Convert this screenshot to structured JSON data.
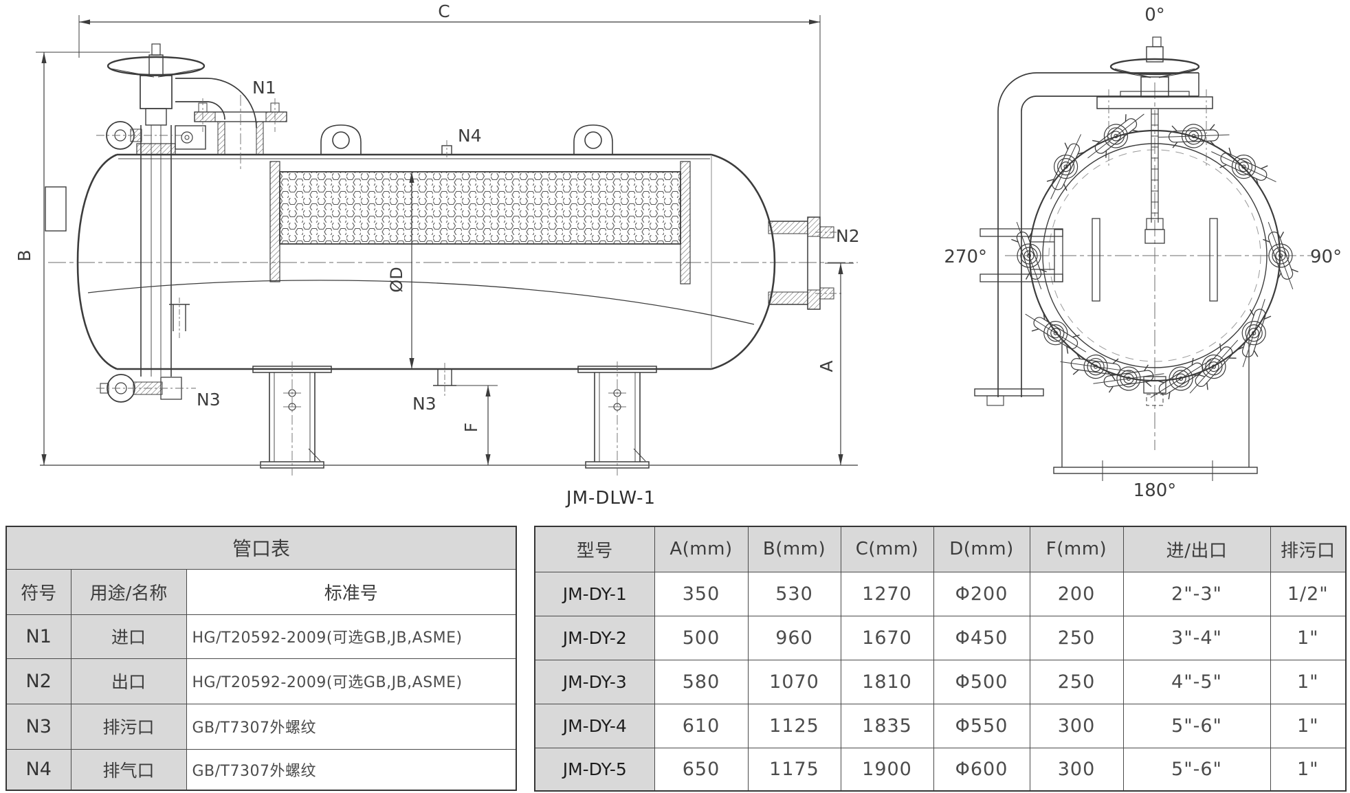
{
  "title": "JM-DLW-1",
  "drawing": {
    "dim_labels": {
      "c": "C",
      "b": "B",
      "a": "A",
      "f": "F",
      "d": "ØD"
    },
    "nozzle_labels": {
      "n1": "N1",
      "n2": "N2",
      "n3": "N3",
      "n4": "N4"
    },
    "angle_labels": {
      "top": "0°",
      "right": "90°",
      "bottom": "180°",
      "left": "270°"
    }
  },
  "nozzle_table": {
    "title": "管口表",
    "headers": [
      "符号",
      "用途/名称",
      "标准号"
    ],
    "rows": [
      [
        "N1",
        "进口",
        "HG/T20592-2009(可选GB,JB,ASME)"
      ],
      [
        "N2",
        "出口",
        "HG/T20592-2009(可选GB,JB,ASME)"
      ],
      [
        "N3",
        "排污口",
        "GB/T7307外螺纹"
      ],
      [
        "N4",
        "排气口",
        "GB/T7307外螺纹"
      ]
    ]
  },
  "spec_table": {
    "headers": [
      "型号",
      "A(mm)",
      "B(mm)",
      "C(mm)",
      "D(mm)",
      "F(mm)",
      "进/出口",
      "排污口"
    ],
    "rows": [
      [
        "JM-DY-1",
        "350",
        "530",
        "1270",
        "Φ200",
        "200",
        "2\"-3\"",
        "1/2\""
      ],
      [
        "JM-DY-2",
        "500",
        "960",
        "1670",
        "Φ450",
        "250",
        "3\"-4\"",
        "1\""
      ],
      [
        "JM-DY-3",
        "580",
        "1070",
        "1810",
        "Φ500",
        "250",
        "4\"-5\"",
        "1\""
      ],
      [
        "JM-DY-4",
        "610",
        "1125",
        "1835",
        "Φ550",
        "300",
        "5\"-6\"",
        "1\""
      ],
      [
        "JM-DY-5",
        "650",
        "1175",
        "1900",
        "Φ600",
        "300",
        "5\"-6\"",
        "1\""
      ]
    ]
  },
  "colors": {
    "line": "#3c3c3c",
    "centerline": "#6b6b6b",
    "header_gray": "#d9d9d9"
  }
}
